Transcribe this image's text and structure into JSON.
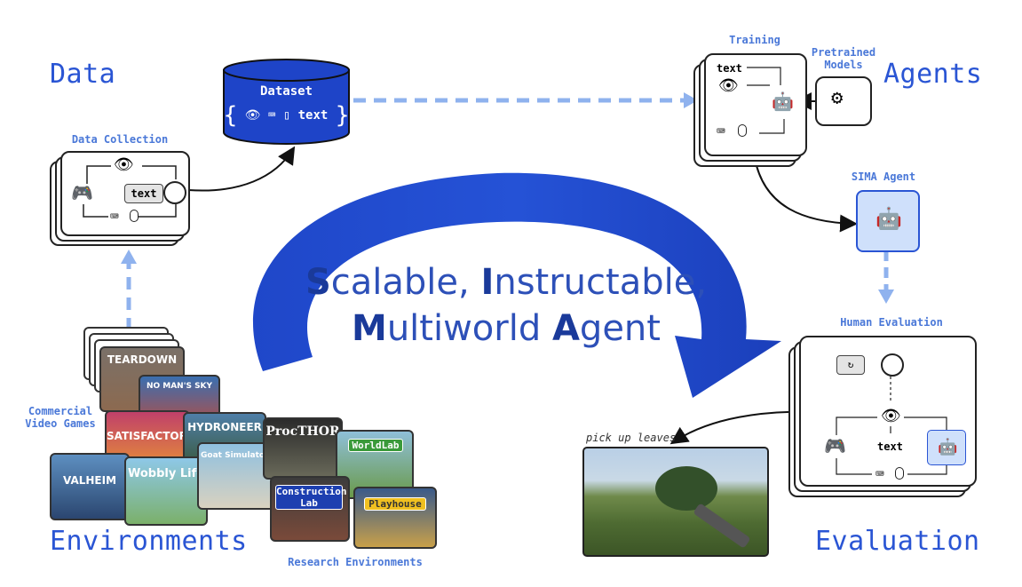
{
  "sections": {
    "data": "Data",
    "agents": "Agents",
    "environments": "Environments",
    "evaluation": "Evaluation"
  },
  "dataset": {
    "title": "Dataset",
    "modalities_text": "text"
  },
  "data_collection": {
    "label": "Data Collection",
    "text_box": "text"
  },
  "training": {
    "label": "Training",
    "text": "text"
  },
  "pretrained": {
    "label_line1": "Pretrained",
    "label_line2": "Models"
  },
  "sima_agent": {
    "label": "SIMA Agent"
  },
  "human_evaluation": {
    "label": "Human Evaluation",
    "text": "text"
  },
  "center": {
    "line1_cap1": "S",
    "line1_rest1": "calable, ",
    "line1_cap2": "I",
    "line1_rest2": "nstructable,",
    "line2_cap1": "M",
    "line2_rest1": "ultiworld ",
    "line2_cap2": "A",
    "line2_rest2": "gent"
  },
  "commercial_label": {
    "line1": "Commercial",
    "line2": "Video Games"
  },
  "research_label": "Research Environments",
  "games": {
    "teardown": "TEARDOWN",
    "nomanssky": "NO MAN'S SKY",
    "satisfactory": "SATISFACTORY",
    "hydroneer": "HYDRONEER",
    "valheim": "VALHEIM",
    "wobbly": "Wobbly Life",
    "goat": "Goat Simulator 3",
    "procthor": "ProcTHOR",
    "worldlab": "WorldLab",
    "construction": "Construction Lab",
    "playhouse": "Playhouse"
  },
  "eval_screen": {
    "instruction": "pick up leaves"
  },
  "colors": {
    "accent": "#2a55d4",
    "light_blue": "#cfe0fb",
    "dashed_arrow": "#8fb2ee",
    "dataset_fill": "#1e44c8"
  }
}
